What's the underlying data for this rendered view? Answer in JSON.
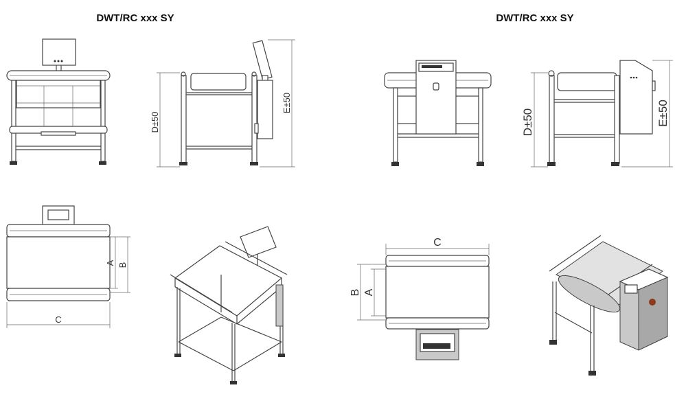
{
  "models": [
    {
      "title": "DWT/RC xxx SY"
    },
    {
      "title": "DWT/RC xxx SY"
    }
  ],
  "dimensions": {
    "height_D": "D±50",
    "height_E": "E±50",
    "width_A": "A",
    "width_B": "B",
    "length_C": "C"
  }
}
